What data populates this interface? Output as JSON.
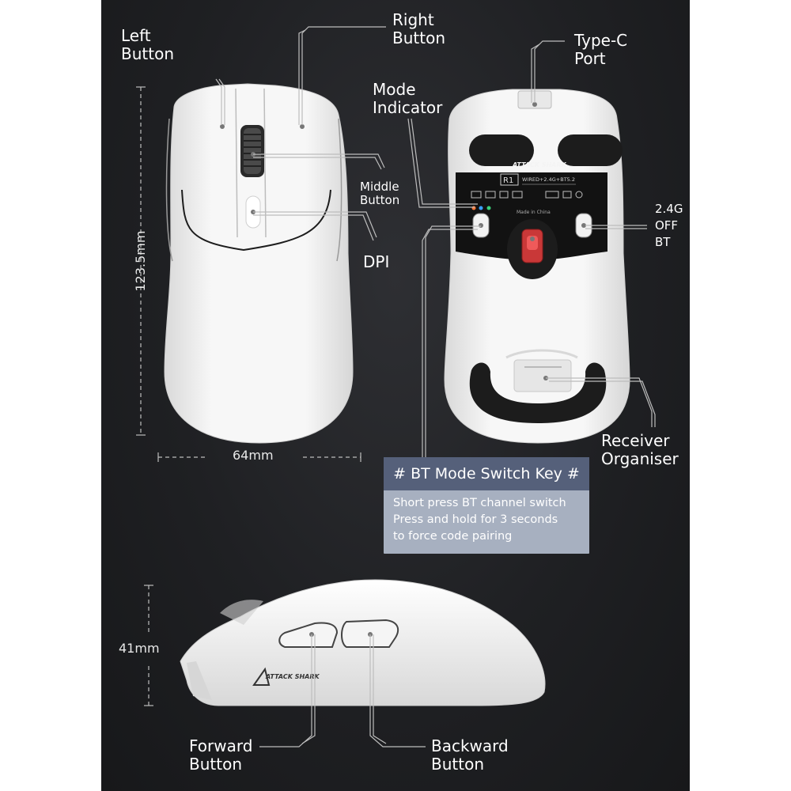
{
  "labels": {
    "left_button": "Left\nButton",
    "right_button": "Right\nButton",
    "type_c_port": "Type-C\nPort",
    "mode_indicator": "Mode\nIndicator",
    "middle_button": "Middle\nButton",
    "dpi": "DPI",
    "mode_switch": "2.4G\nOFF\nBT",
    "receiver_organiser": "Receiver\nOrganiser",
    "forward_button": "Forward\nButton",
    "backward_button": "Backward\nButton"
  },
  "dimensions": {
    "length": "123.5mm",
    "width": "64mm",
    "height": "41mm"
  },
  "bt_key_box": {
    "title": "# BT Mode Switch Key #",
    "body": "Short press BT channel switch\nPress and hold for 3 seconds\nto force code pairing"
  },
  "bottom_label": {
    "brand": "ATTACK SHARK",
    "model": "R1",
    "spec": "WIRED+2.4G+BT5.2",
    "made_in": "Made in China"
  },
  "side_logo": "ATTACK SHARK",
  "colors": {
    "background": "#1f2023",
    "mouse_body": "#f4f4f4",
    "info_header": "#55607a",
    "info_body": "#a7b0c0",
    "skate": "#1c1c1c",
    "sensor_red": "#d23a3a"
  }
}
